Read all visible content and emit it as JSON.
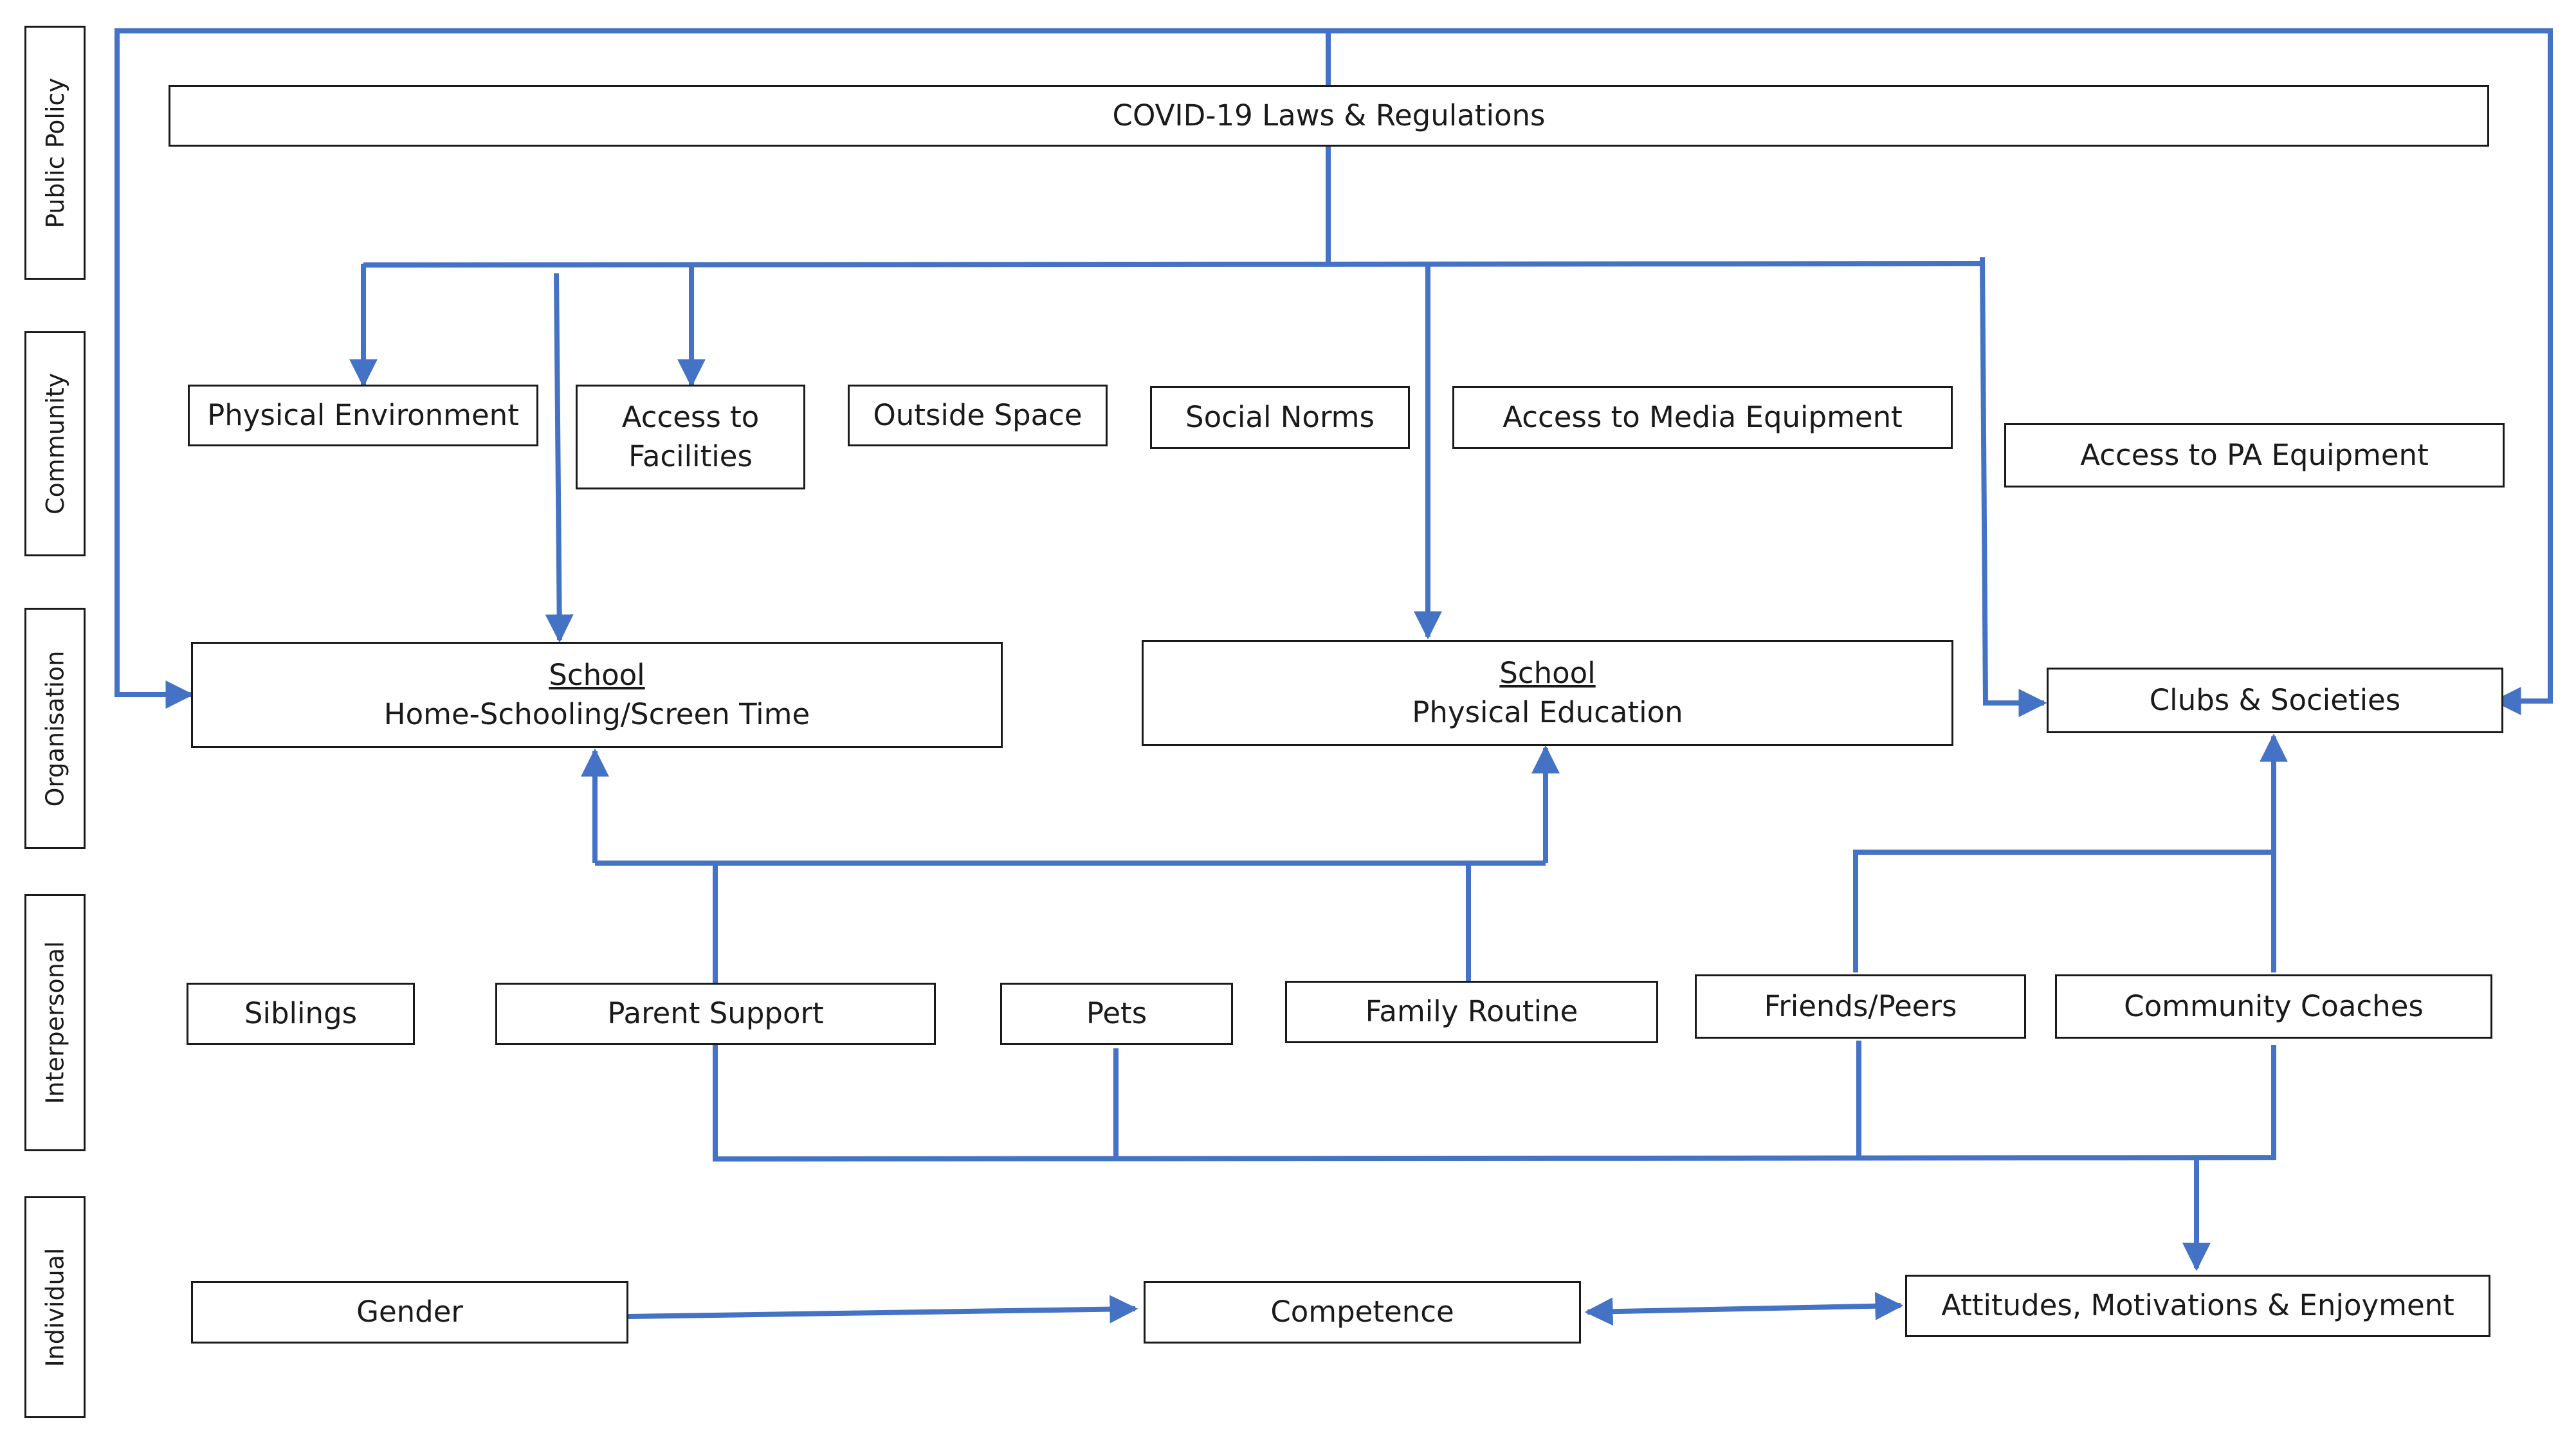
{
  "colors": {
    "connector": "#4472c4",
    "border": "#1a1a1a",
    "text": "#1a1a1a"
  },
  "bands": {
    "public_policy": "Public Policy",
    "community": "Community",
    "organisation": "Organisation",
    "interpersonal": "Interpersonal",
    "individual": "Individual"
  },
  "nodes": {
    "covid_laws": "COVID-19 Laws & Regulations",
    "physical_environment": "Physical Environment",
    "access_facilities_l1": "Access to",
    "access_facilities_l2": "Facilities",
    "outside_space": "Outside Space",
    "social_norms": "Social Norms",
    "access_media": "Access to Media Equipment",
    "access_pa": "Access to PA Equipment",
    "school_home_title": "School",
    "school_home_sub": "Home-Schooling/Screen Time",
    "school_pe_title": "School",
    "school_pe_sub": "Physical Education",
    "clubs": "Clubs & Societies",
    "siblings": "Siblings",
    "parent_support": "Parent Support",
    "pets": "Pets",
    "family_routine": "Family Routine",
    "friends_peers": "Friends/Peers",
    "community_coaches": "Community Coaches",
    "gender": "Gender",
    "competence": "Competence",
    "attitudes": "Attitudes, Motivations & Enjoyment"
  },
  "connectors": [
    {
      "from": "COVID-19 Laws & Regulations",
      "to": "Physical Environment"
    },
    {
      "from": "COVID-19 Laws & Regulations",
      "to": "Access to Facilities"
    },
    {
      "from": "COVID-19 Laws & Regulations",
      "to": "School Home-Schooling/Screen Time"
    },
    {
      "from": "COVID-19 Laws & Regulations",
      "to": "School Physical Education"
    },
    {
      "from": "COVID-19 Laws & Regulations",
      "to": "Clubs & Societies"
    },
    {
      "from": "Parent Support",
      "to": "School Home-Schooling/Screen Time"
    },
    {
      "from": "Family Routine",
      "to": "School Physical Education"
    },
    {
      "from": "Friends/Peers",
      "to": "Clubs & Societies"
    },
    {
      "from": "Community Coaches",
      "to": "Clubs & Societies"
    },
    {
      "from": "Parent Support",
      "to": "Attitudes, Motivations & Enjoyment"
    },
    {
      "from": "Pets",
      "to": "Attitudes, Motivations & Enjoyment"
    },
    {
      "from": "Friends/Peers",
      "to": "Attitudes, Motivations & Enjoyment"
    },
    {
      "from": "Community Coaches",
      "to": "Attitudes, Motivations & Enjoyment"
    },
    {
      "from": "Gender",
      "to": "Competence"
    },
    {
      "from": "Competence",
      "to": "Attitudes, Motivations & Enjoyment",
      "bidirectional": true
    }
  ]
}
